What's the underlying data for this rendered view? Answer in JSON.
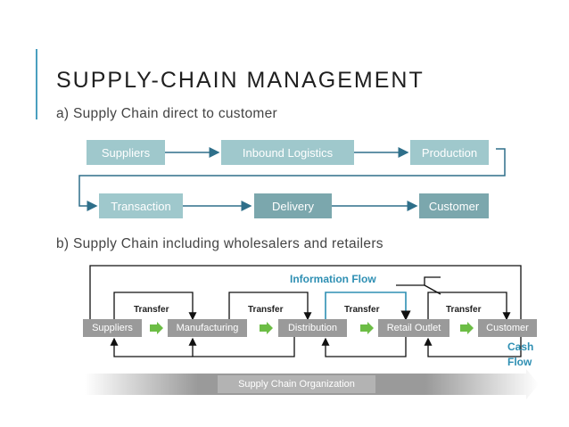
{
  "title": "SUPPLY-CHAIN MANAGEMENT",
  "section_a": "a) Supply Chain direct to customer",
  "section_b": "b) Supply Chain including wholesalers and retailers",
  "chain_a": {
    "row1": [
      "Suppliers",
      "Inbound Logistics",
      "Production"
    ],
    "row2": [
      "Transaction",
      "Delivery",
      "Customer"
    ]
  },
  "chain_b": {
    "nodes": [
      "Suppliers",
      "Manufacturing",
      "Distribution",
      "Retail Outlet",
      "Customer"
    ],
    "transfer_labels": [
      "Transfer",
      "Transfer",
      "Transfer",
      "Transfer"
    ],
    "information_flow": "Information Flow",
    "cash_flow_line1": "Cash",
    "cash_flow_line2": "Flow",
    "organization": "Supply Chain Organization"
  },
  "colors": {
    "box_fill": "#9fc8cc",
    "box_fill_dark": "#7ba7ad",
    "node_fill": "#9a9a9a",
    "arrow_green": "#6cbd45",
    "accent": "#2e8fb3"
  }
}
